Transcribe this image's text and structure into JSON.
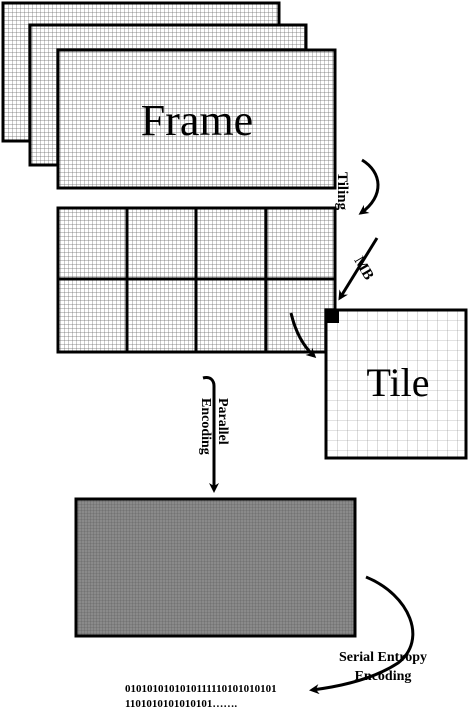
{
  "labels": {
    "frame": "Frame",
    "tiling": "Tiling",
    "mb": "MB",
    "tile": "Tile",
    "parallel_encoding_line1": "Parallel",
    "parallel_encoding_line2": "Encoding",
    "serial_entropy_line1": "Serial Entropy",
    "serial_entropy_line2": "Encoding"
  },
  "bitstream": {
    "line1": "0101010101010111110101010101",
    "line2": "1101010101010101……."
  },
  "colors": {
    "stroke": "#000000",
    "frame_fill": "#c8c8c8",
    "tile_grid": "#888888",
    "encoded_fill": "#808080",
    "background": "#ffffff"
  }
}
